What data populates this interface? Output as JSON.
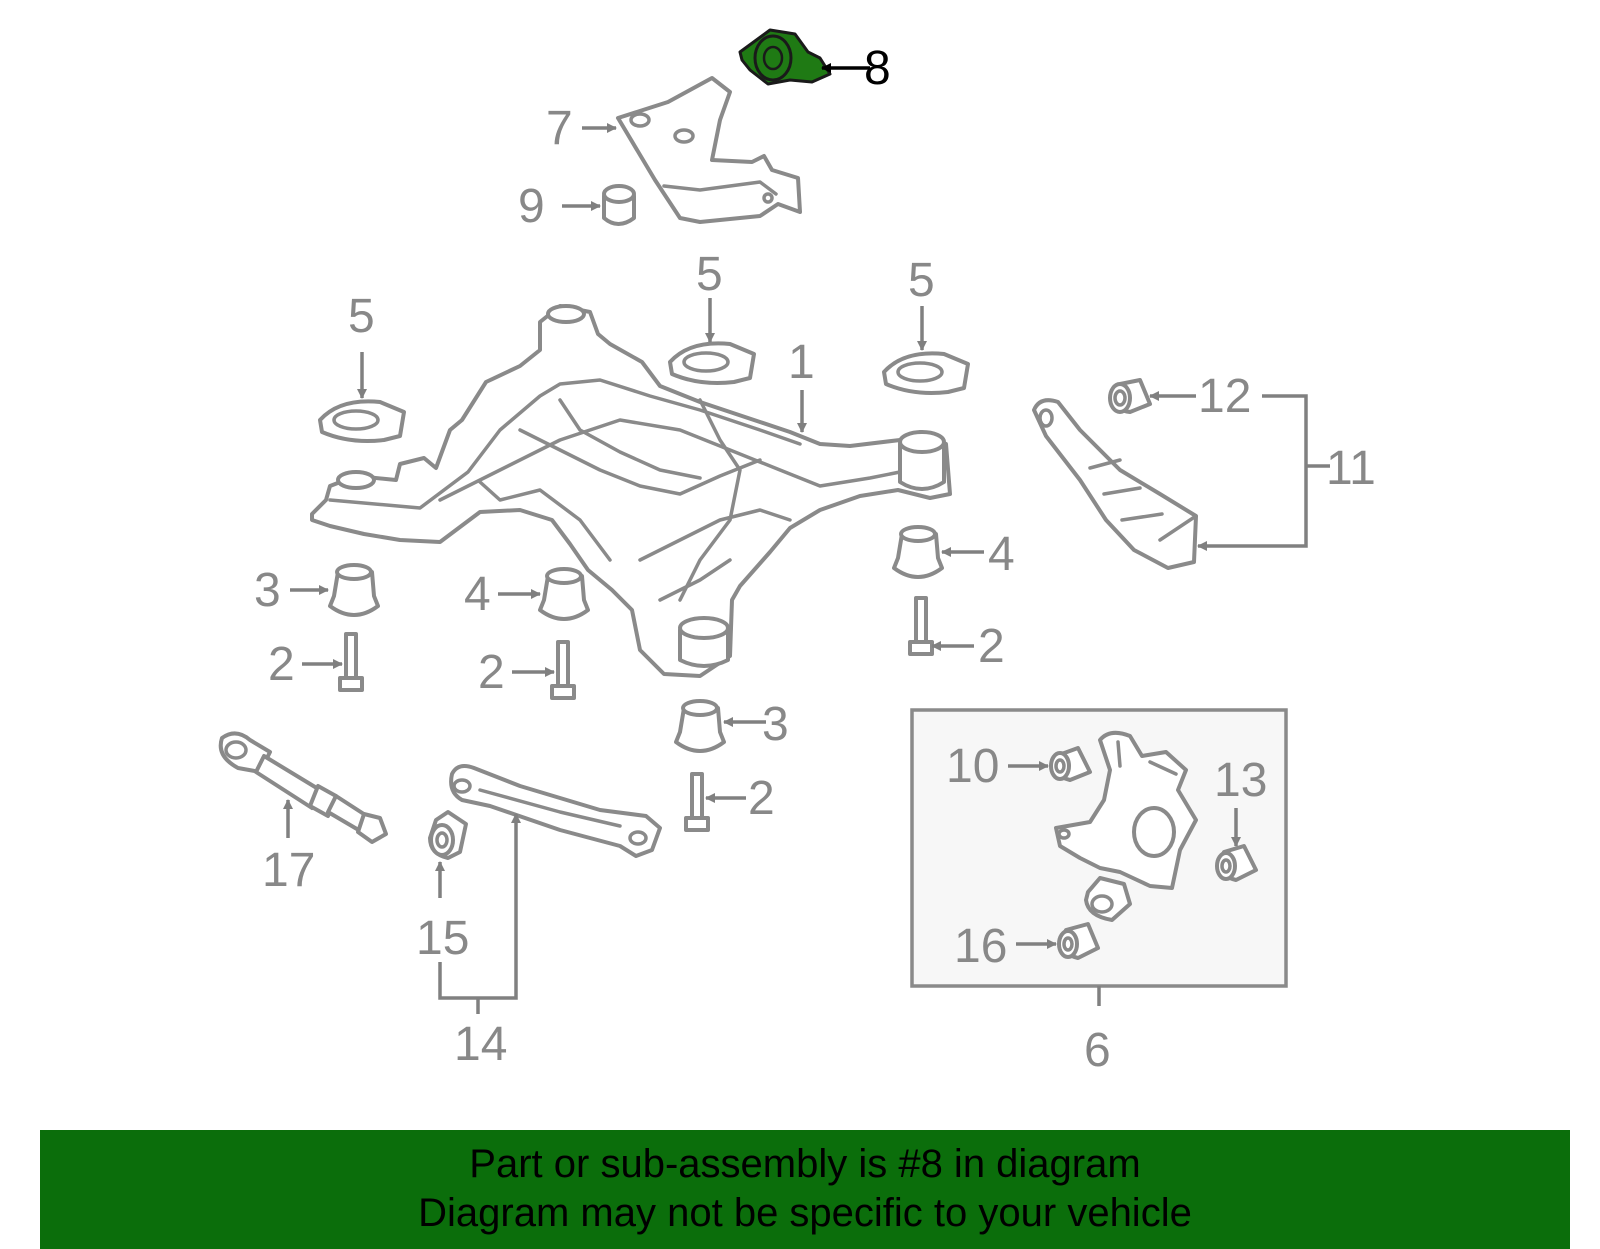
{
  "colors": {
    "highlight_part": "#1f7a14",
    "banner_background": "#0b6e0b",
    "label_normal": "#888888",
    "label_highlight": "#000000",
    "line": "#8a8a8a",
    "kit_box_fill": "#f7f7f7"
  },
  "callouts": {
    "n1": "1",
    "n2a": "2",
    "n2b": "2",
    "n2c": "2",
    "n2d": "2",
    "n3a": "3",
    "n3b": "3",
    "n4a": "4",
    "n4b": "4",
    "n5a": "5",
    "n5b": "5",
    "n5c": "5",
    "n6": "6",
    "n7": "7",
    "n8": "8",
    "n9": "9",
    "n10": "10",
    "n11": "11",
    "n12": "12",
    "n13": "13",
    "n14": "14",
    "n15": "15",
    "n16": "16",
    "n17": "17"
  },
  "banner": {
    "line1": "Part or sub-assembly is #8 in diagram",
    "line2": "Diagram may not be specific to your vehicle"
  }
}
